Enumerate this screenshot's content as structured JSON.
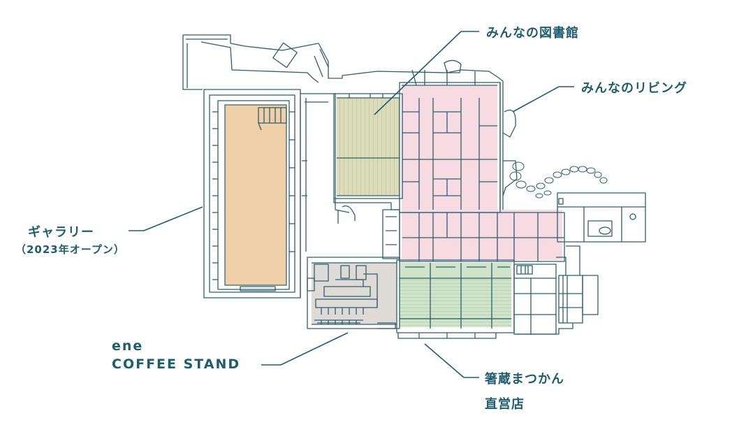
{
  "labels": {
    "library": "みんなの図書館",
    "living": "みんなのリビング",
    "gallery": "ギャラリー",
    "gallery_note": "（2023年オープン）",
    "coffee_line1": "ene",
    "coffee_line2": "COFFEE STAND",
    "shop_line1": "箸蔵まつかん",
    "shop_line2": "直営店"
  },
  "colors": {
    "line": "#2e5e6c",
    "leader": "#1f5c6e",
    "text": "#1f5c6e",
    "library_fill": "#dcdcb8",
    "living_fill": "#f7dbe3",
    "gallery_fill": "#efcfa8",
    "coffee_fill": "#dedad6",
    "shop_fill": "#cfe4c8"
  }
}
